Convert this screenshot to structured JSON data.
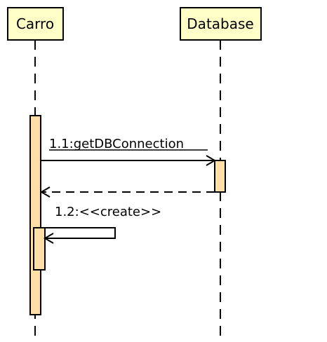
{
  "participants": [
    {
      "name": "Carro"
    },
    {
      "name": "Database"
    }
  ],
  "messages": [
    {
      "label": "1.1:getDBConnection",
      "kind": "synchronous call",
      "from": "Carro",
      "to": "Database",
      "underlined": true
    },
    {
      "label": "",
      "kind": "return",
      "from": "Database",
      "to": "Carro"
    },
    {
      "label": "1.2:<<create>>",
      "kind": "self call",
      "from": "Carro",
      "to": "Carro",
      "underlined": false
    }
  ],
  "colors": {
    "participant_fill": "#ffffc8",
    "activation_fill": "#ffdfa6",
    "line": "#000000"
  }
}
